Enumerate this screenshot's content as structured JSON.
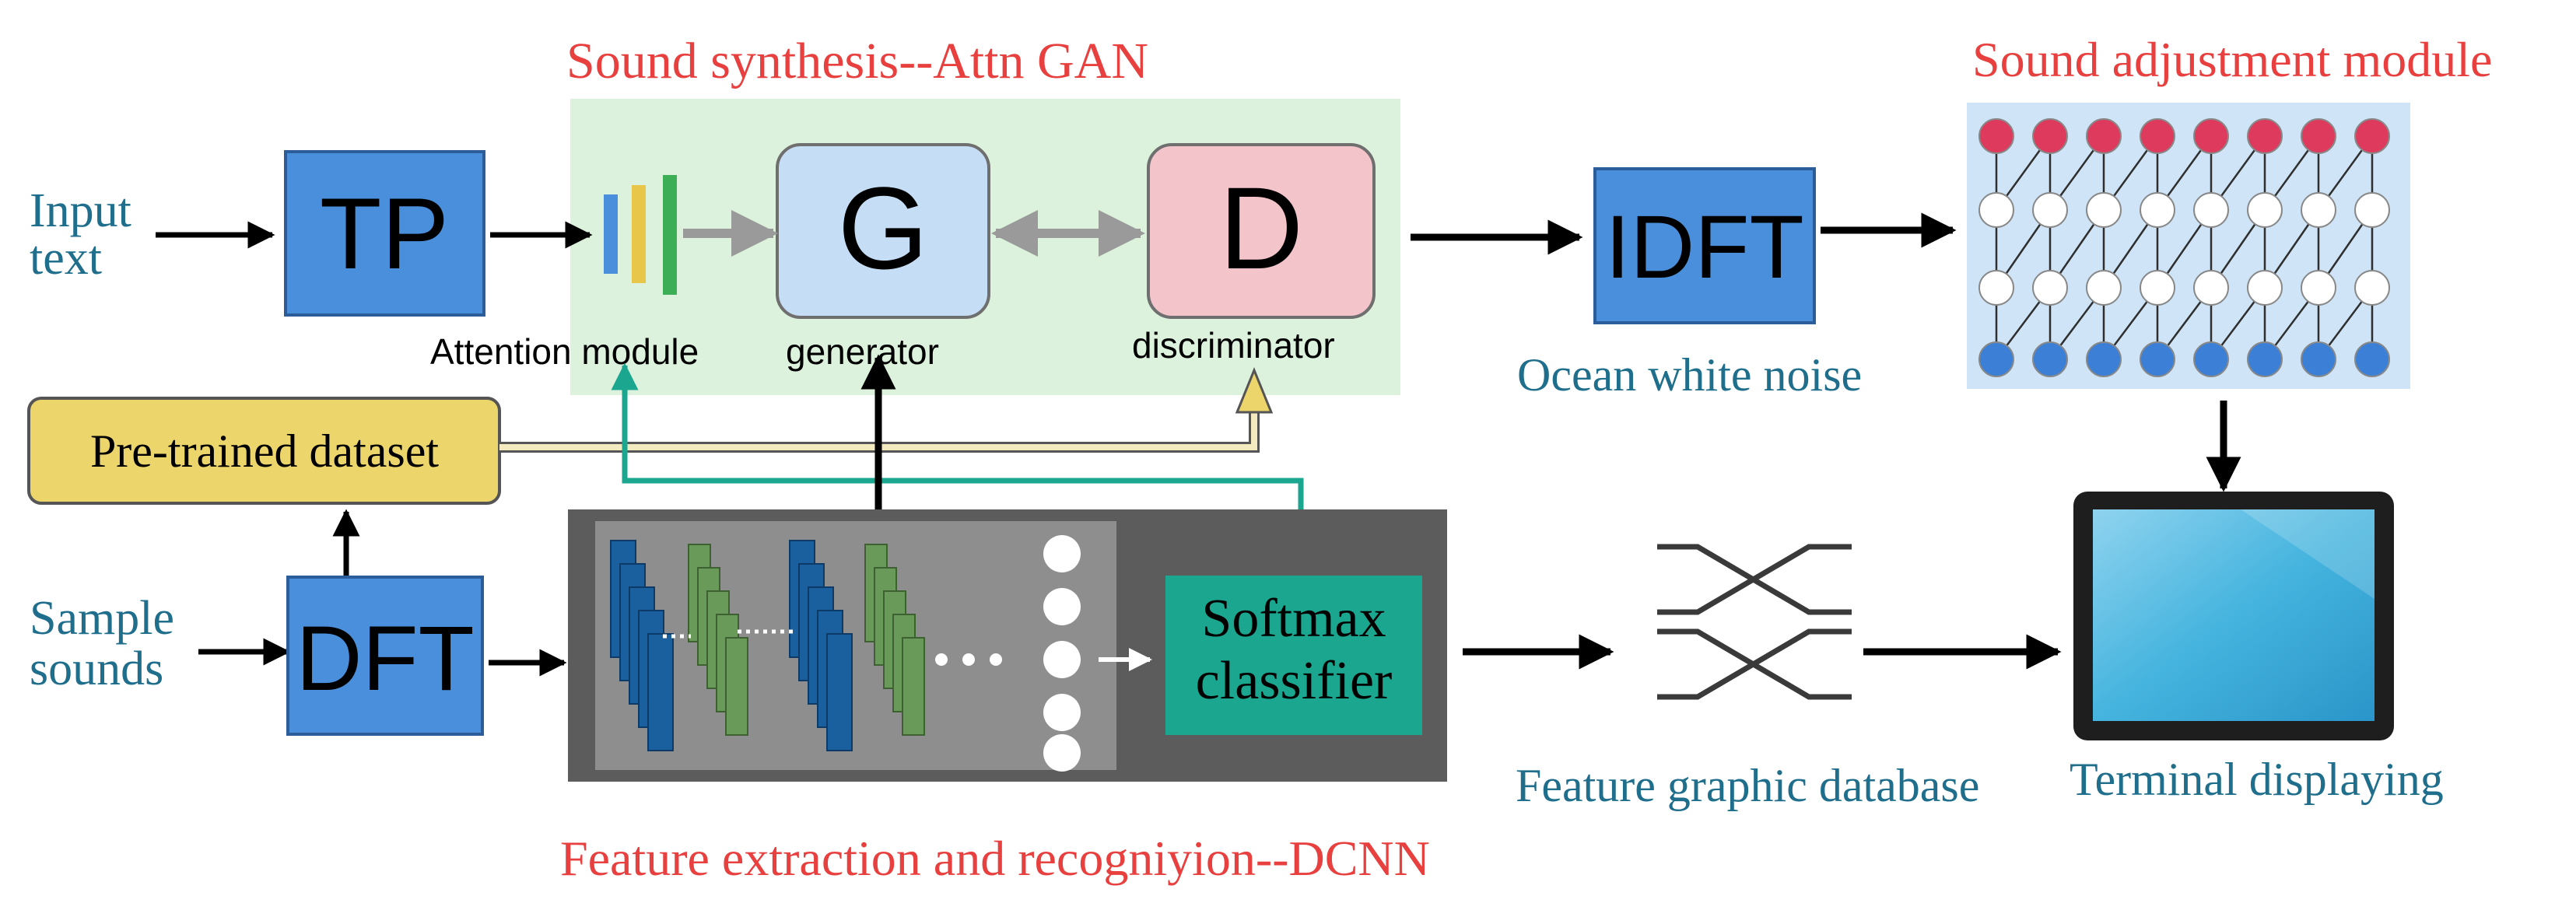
{
  "colors": {
    "red_label": "#e8403f",
    "blue_label": "#1f6e8c",
    "box_blue": "#4a8fdc",
    "box_blue_border": "#2b5d9a",
    "gan_panel": "#dcf2dc",
    "generator_fill": "#c5def5",
    "discriminator_fill": "#f4c4cb",
    "dataset_fill": "#ecd56b",
    "teal": "#1aa68f",
    "dcnn_panel": "#5c5c5c",
    "grid_panel": "#cfe4f7",
    "node_red": "#dd3a5e",
    "node_blue": "#3b80d6",
    "screen": "#45b4de"
  },
  "labels": {
    "gan_title": "Sound synthesis--Attn GAN",
    "adjust_title": "Sound adjustment module",
    "dcnn_title": "Feature extraction and recogniyion--DCNN",
    "input_text_line1": "Input",
    "input_text_line2": "text",
    "sample_sounds_line1": "Sample",
    "sample_sounds_line2": "sounds",
    "tp": "TP",
    "g": "G",
    "d": "D",
    "idft": "IDFT",
    "dft": "DFT",
    "attention_module": "Attention module",
    "generator": "generator",
    "discriminator": "discriminator",
    "ocean_white_noise": "Ocean white noise",
    "pretrained_dataset": "Pre-trained dataset",
    "softmax_line1": "Softmax",
    "softmax_line2": "classifier",
    "feature_graphic_database": "Feature graphic database",
    "terminal_displaying": "Terminal displaying"
  },
  "icons": {
    "attention": "attention-bars-icon",
    "cnn": "cnn-layers-icon",
    "database": "crossing-lines-icon",
    "network": "node-grid-icon",
    "terminal": "monitor-icon"
  }
}
